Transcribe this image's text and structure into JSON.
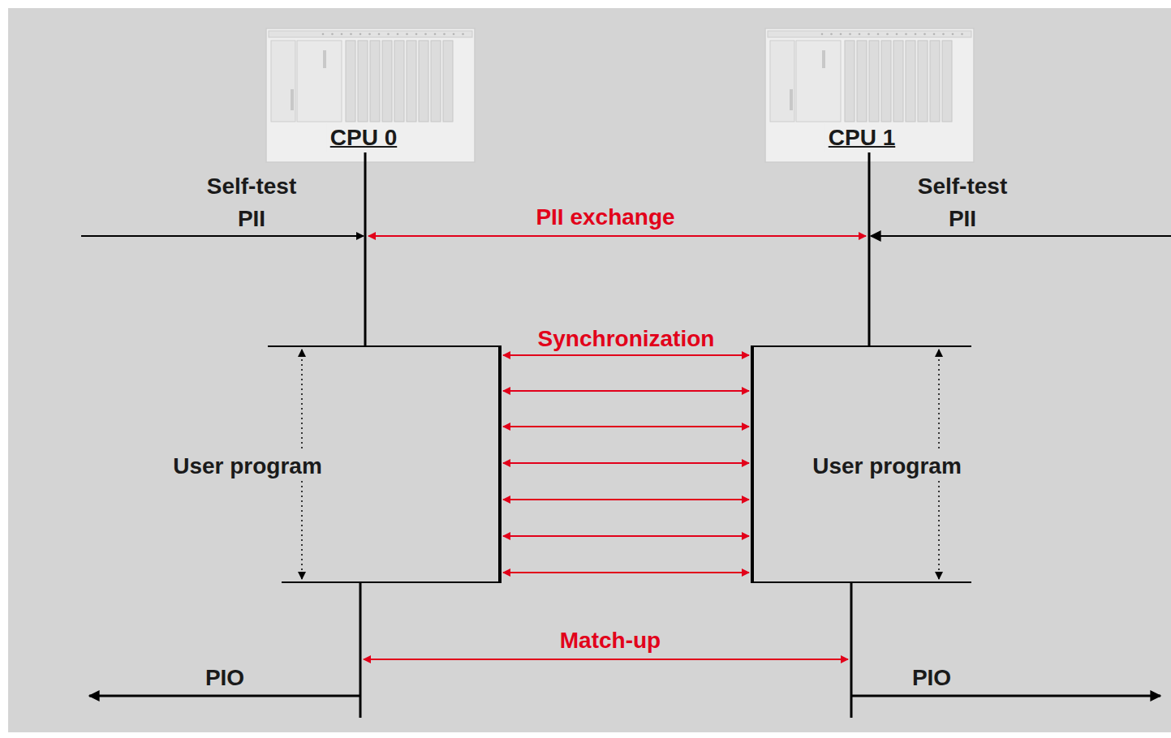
{
  "diagram": {
    "nodes": [
      {
        "text": [
          "CPU 0"
        ]
      },
      {
        "text": [
          "CPU 1"
        ]
      },
      {
        "text": [
          "User program"
        ]
      },
      {
        "text": [
          "User program"
        ]
      }
    ],
    "edges": [
      {
        "from": 2,
        "to": 3,
        "arrow": "both",
        "label": "Synchronization"
      },
      {
        "from": 2,
        "to": 3,
        "arrow": "both"
      },
      {
        "from": 2,
        "to": 3,
        "arrow": "both"
      },
      {
        "from": 2,
        "to": 3,
        "arrow": "both"
      },
      {
        "from": 2,
        "to": 3,
        "arrow": "both"
      },
      {
        "from": 2,
        "to": 3,
        "arrow": "both"
      },
      {
        "from": 2,
        "to": 3,
        "arrow": "both"
      }
    ],
    "labels": [
      "Self-test PII",
      "Self-test PII",
      "PII exchange",
      "Match-up",
      "PIO",
      "PIO"
    ]
  }
}
